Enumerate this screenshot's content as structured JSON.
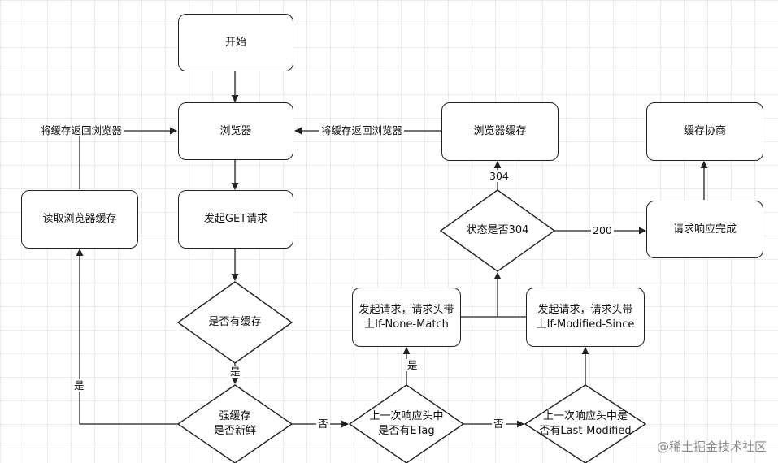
{
  "nodes": {
    "start": "开始",
    "browser": "浏览器",
    "get_request": "发起GET请求",
    "has_cache": "是否有缓存",
    "strong_cache": "强缓存\n是否新鲜",
    "read_cache": "读取浏览器缓存",
    "etag_check": "上一次响应头中\n是否有ETag",
    "lastmod_check": "上一次响应头中是\n否有Last-Modified",
    "req_if_none_match": "发起请求，请求头带\n上If-None-Match",
    "req_if_modified_since": "发起请求，请求头带\n上If-Modified-Since",
    "status_304": "状态是否304",
    "browser_cache": "浏览器缓存",
    "negotiation_cache": "缓存协商",
    "response_done": "请求响应完成"
  },
  "edges": {
    "return_to_browser_left": "将缓存返回浏览器",
    "return_to_browser_right": "将缓存返回浏览器",
    "yes_has_cache": "是",
    "yes_fresh": "是",
    "no_fresh": "否",
    "yes_etag": "是",
    "no_etag": "否",
    "code_304": "304",
    "code_200": "200"
  },
  "watermark": "@稀土掘金技术社区"
}
